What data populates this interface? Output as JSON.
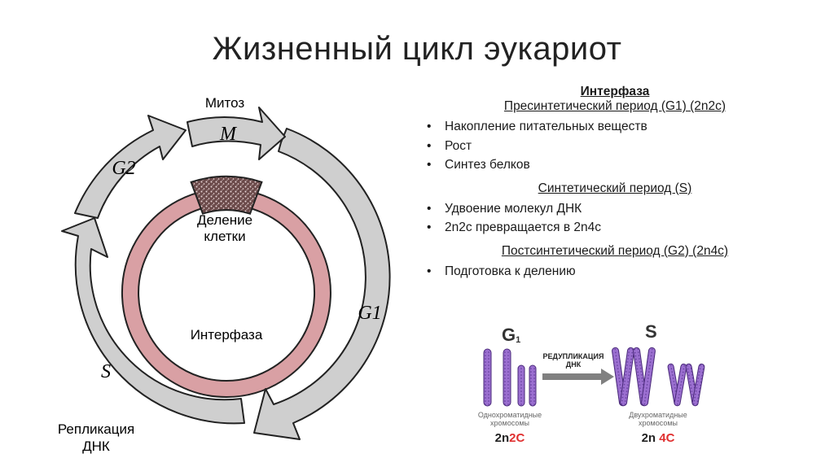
{
  "title": "Жизненный цикл эукариот",
  "cycle": {
    "arrows": {
      "mitosis": "M",
      "g1": "G1",
      "g2": "G2",
      "s": "S"
    },
    "labels": {
      "mitosis_outer": "Митоз",
      "division_line1": "Деление",
      "division_line2": "клетки",
      "interphase": "Интерфаза",
      "replication_line1": "Репликация",
      "replication_line2": "ДНК"
    },
    "colors": {
      "arrow_fill": "#cfcfcf",
      "ring_fill": "#d9a0a4",
      "outline": "#222222"
    }
  },
  "info": {
    "heading": "Интерфаза",
    "sections": [
      {
        "title": "Пресинтетический период (G1) (2n2c)",
        "items": [
          "Накопление питательных веществ",
          "Рост",
          "Синтез белков"
        ]
      },
      {
        "title": "Синтетический период  (S)",
        "items": [
          "Удвоение молекул ДНК",
          "2n2c превращается в 2n4c"
        ]
      },
      {
        "title": "Постсинтетический период (G2) (2n4c)",
        "items": [
          "Подготовка к делению"
        ]
      }
    ]
  },
  "chromosomes": {
    "g1_label": "G",
    "g1_sub": "1",
    "s_label": "S",
    "arrow_line1": "РЕДУПЛИКАЦИЯ",
    "arrow_line2": "ДНК",
    "left_caption_line1": "Однохроматидные",
    "left_caption_line2": "хромосомы",
    "right_caption_line1": "Двухроматидные",
    "right_caption_line2": "хромосомы",
    "left_formula_a": "2n",
    "left_formula_b": "2C",
    "right_formula_a": "2n",
    "right_formula_b": "4C",
    "colors": {
      "chromosome": "#9b6fd0",
      "formula_accent": "#e03030",
      "arrow": "#808080"
    }
  }
}
